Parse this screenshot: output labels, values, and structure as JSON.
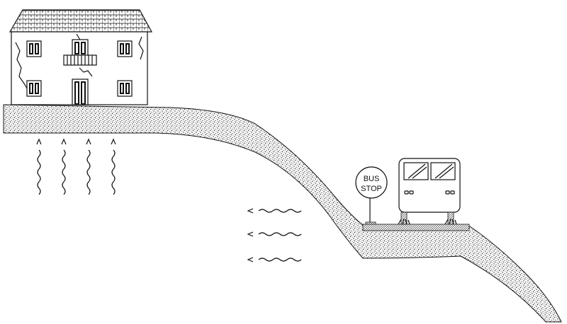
{
  "diagram": {
    "bus_stop_sign": {
      "line1": "BUS",
      "line2": "STOP"
    },
    "colors": {
      "ink": "#111111",
      "background": "#ffffff",
      "soil_dots": "#222222"
    },
    "elements": [
      "house",
      "soil-slope",
      "vertical-heat-waves",
      "horizontal-heat-waves",
      "bus-stop-sign",
      "bus"
    ]
  }
}
